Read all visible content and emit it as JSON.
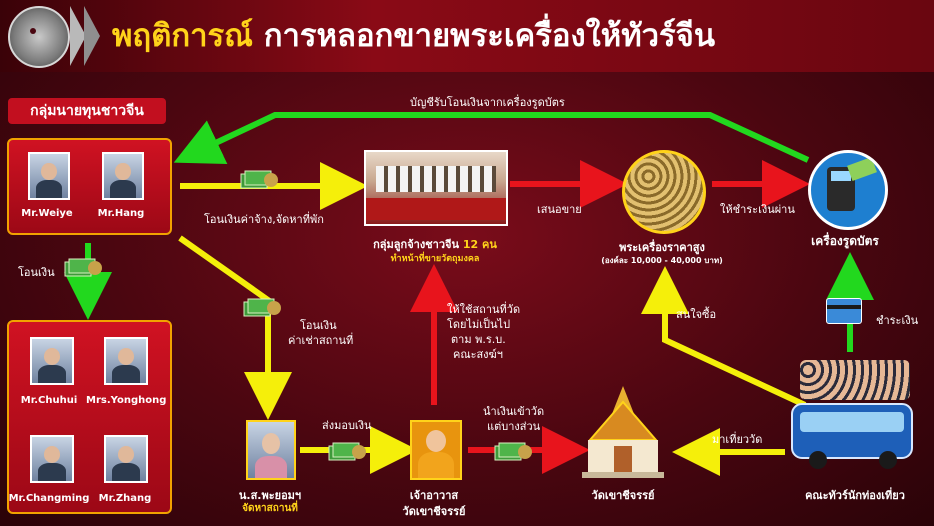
{
  "header": {
    "title_highlight": "พฤติการณ์",
    "title_rest": "การหลอกขายพระเครื่องให้ทัวร์จีน"
  },
  "group_label": "กลุ่มนายทุนชาวจีน",
  "investors_top": [
    {
      "name": "Mr.Weiye"
    },
    {
      "name": "Mr.Hang"
    }
  ],
  "investors_bottom": [
    {
      "name": "Mr.Chuhui"
    },
    {
      "name": "Mrs.Yonghong"
    },
    {
      "name": "Mr.Changming"
    },
    {
      "name": "Mr.Zhang"
    }
  ],
  "labels": {
    "top_arrow": "บัญชีรับโอนเงินจากเครื่องรูดบัตร",
    "transfer_wages": "โอนเงินค่าจ้าง,จัดหาที่พัก",
    "transfer": "โอนเงิน",
    "rent_transfer_1": "โอนเงิน",
    "rent_transfer_2": "ค่าเช่าสถานที่",
    "offer": "เสนอขาย",
    "pay_via": "ให้ชำระเงินผ่าน",
    "pay": "ชำระเงิน",
    "interested": "สนใจซื้อ",
    "visit": "มาเที่ยววัด",
    "deliver_money": "ส่งมอบเงิน",
    "temple_money_1": "นำเงินเข้าวัด",
    "temple_money_2": "แต่บางส่วน",
    "permit_1": "ให้ใช้สถานที่วัด",
    "permit_2": "โดยไม่เป็นไป",
    "permit_3": "ตาม พ.ร.บ.",
    "permit_4": "คณะสงฆ์ฯ"
  },
  "nodes": {
    "workers_title": "กลุ่มลูกจ้างชาวจีน",
    "workers_count": "12 คน",
    "workers_sub": "ทำหน้าที่ขายวัตถุมงคล",
    "amulets_title": "พระเครื่องราคาสูง",
    "amulets_sub": "(องค์ละ 10,000 - 40,000 บาท)",
    "card_machine": "เครื่องรูดบัตร",
    "woman_name": "น.ส.พะยอมฯ",
    "woman_role": "จัดหาสถานที่",
    "abbot_1": "เจ้าอาวาส",
    "abbot_2": "วัดเขาชีจรรย์",
    "temple": "วัดเขาชีจรรย์",
    "tourists": "คณะทัวร์นักท่องเที่ยว"
  },
  "colors": {
    "highlight": "#ffd31a",
    "arrow_green": "#22d81e",
    "arrow_yellow": "#f5ef0a",
    "arrow_red": "#e8141c",
    "panel_red": "#c20f1f"
  }
}
